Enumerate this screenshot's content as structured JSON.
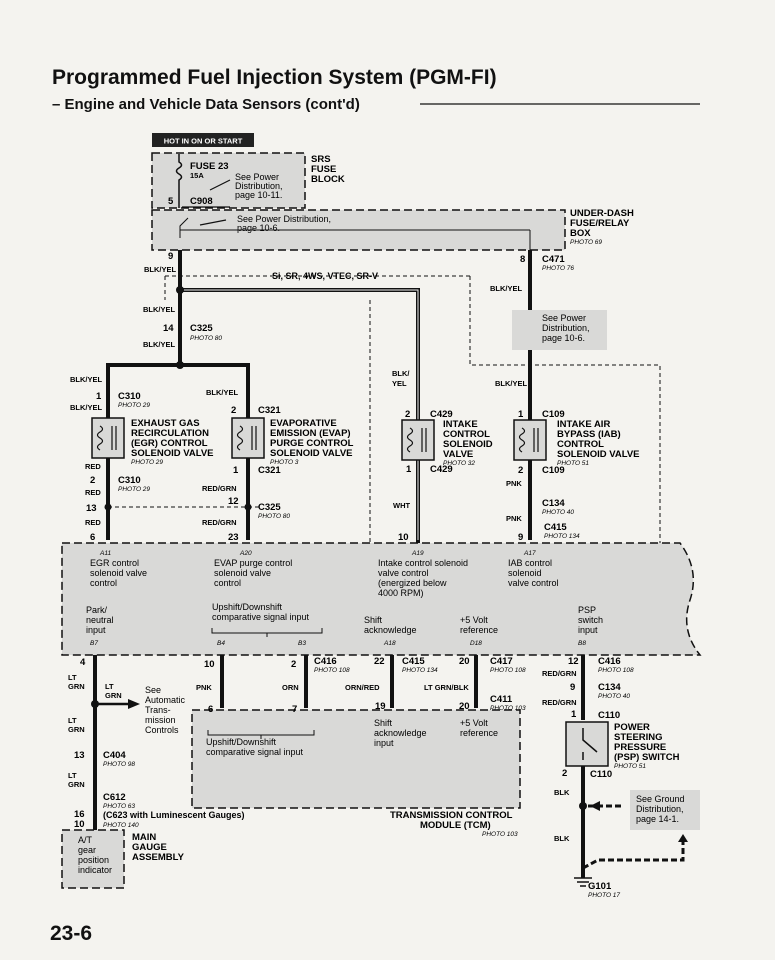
{
  "header": {
    "title": "Programmed Fuel Injection System (PGM-FI)",
    "subtitle": "– Engine and Vehicle Data Sensors (cont'd)"
  },
  "page_number": "23-6",
  "power": {
    "label": "HOT IN ON OR START",
    "fuse": "FUSE 23",
    "fuse_rating": "15A",
    "fuse_see1": "See Power",
    "fuse_see2": "Distribution,",
    "fuse_see3": "page 10-11.",
    "connector": "C908",
    "pin": "5"
  },
  "srs_block": [
    "SRS",
    "FUSE",
    "BLOCK"
  ],
  "underdash": {
    "lines": [
      "UNDER-DASH",
      "FUSE/RELAY",
      "BOX"
    ],
    "photo": "PHOTO 69",
    "see1": "See Power Distribution,",
    "see2": "page 10-6."
  },
  "options_note": "Si, SR, 4WS, VTEC, SR-V",
  "power_note": [
    "See Power",
    "Distribution,",
    "page 10-6."
  ],
  "ground_note": [
    "See Ground",
    "Distribution,",
    "page 14-1."
  ],
  "connectors": {
    "c471": "C471",
    "c471_photo": "PHOTO 76",
    "pin9": "9",
    "pin8": "8",
    "c325": "C325",
    "c325_photo": "PHOTO 80",
    "c325_pin": "14",
    "c310": "C310",
    "c310_photo": "PHOTO 29",
    "c321": "C321",
    "c321_photo": "PHOTO 3",
    "c429": "C429",
    "c429_photo": "PHOTO 32",
    "c109": "C109",
    "c109_photo": "PHOTO 51",
    "c134": "C134",
    "c134_photo": "PHOTO 40",
    "c415": "C415",
    "c415_photo": "PHOTO 134",
    "c416": "C416",
    "c416_photo": "PHOTO 108",
    "c417": "C417",
    "c417_photo": "PHOTO 108",
    "c411": "C411",
    "c411_photo": "PHOTO 103",
    "c404": "C404",
    "c404_photo": "PHOTO 98",
    "c612": "C612",
    "c612_photo": "PHOTO 63",
    "c623_note": "(C623 with Luminescent Gauges)",
    "c623_photo": "PHOTO 140",
    "c110": "C110",
    "c110_photo": "PHOTO 51",
    "g101": "G101",
    "g101_photo": "PHOTO 17"
  },
  "wires": {
    "blk_yel": "BLK/YEL",
    "blk_yel_split": [
      "BLK/",
      "YEL"
    ],
    "red": "RED",
    "red_grn": "RED/GRN",
    "wht": "WHT",
    "pnk": "PNK",
    "orn": "ORN",
    "orn_red": "ORN/RED",
    "lt_grn_blk": "LT GRN/BLK",
    "lt_grn": [
      "LT",
      "GRN"
    ],
    "blk": "BLK"
  },
  "components": {
    "egr": [
      "EXHAUST GAS",
      "RECIRCULATION",
      "(EGR) CONTROL",
      "SOLENOID VALVE"
    ],
    "egr_photo": "PHOTO 29",
    "evap": [
      "EVAPORATIVE",
      "EMISSION (EVAP)",
      "PURGE CONTROL",
      "SOLENOID VALVE"
    ],
    "intake": [
      "INTAKE",
      "CONTROL",
      "SOLENOID",
      "VALVE"
    ],
    "intake_photo": "PHOTO 32",
    "iab": [
      "INTAKE AIR",
      "BYPASS (IAB)",
      "CONTROL",
      "SOLENOID VALVE"
    ],
    "psp": [
      "POWER",
      "STEERING",
      "PRESSURE",
      "(PSP) SWITCH"
    ],
    "main_gauge": [
      "MAIN",
      "GAUGE",
      "ASSEMBLY"
    ],
    "at_indicator": [
      "A/T",
      "gear",
      "position",
      "indicator"
    ],
    "tcm": [
      "TRANSMISSION CONTROL",
      "MODULE (TCM)"
    ],
    "tcm_photo": "PHOTO 103"
  },
  "ecm": {
    "a11": "A11",
    "a11_text": [
      "EGR control",
      "solenoid valve",
      "control"
    ],
    "a20": "A20",
    "a20_text": [
      "EVAP purge control",
      "solenoid valve",
      "control"
    ],
    "a19": "A19",
    "a19_text": [
      "Intake control solenoid",
      "valve control",
      "(energized below",
      "4000 RPM)"
    ],
    "a17": "A17",
    "a17_text": [
      "IAB control",
      "solenoid",
      "valve control"
    ],
    "b7": "B7",
    "b7_text": [
      "Park/",
      "neutral",
      "input"
    ],
    "b4": "B4",
    "b3": "B3",
    "b4_text": [
      "Upshift/Downshift",
      "comparative signal input"
    ],
    "a18": "A18",
    "a18_text": [
      "Shift",
      "acknowledge"
    ],
    "d18": "D18",
    "d18_text": [
      "+5 Volt",
      "reference"
    ],
    "b8": "B8",
    "b8_text": [
      "PSP",
      "switch",
      "input"
    ]
  },
  "tcm_text": {
    "updown": [
      "Upshift/Downshift",
      "comparative signal input"
    ],
    "shift": [
      "Shift",
      "acknowledge",
      "input"
    ],
    "ref": [
      "+5 Volt",
      "reference"
    ]
  },
  "see_at": [
    "See",
    "Automatic",
    "Trans-",
    "mission",
    "Controls"
  ],
  "pins": {
    "p1": "1",
    "p2": "2",
    "p6": "6",
    "p9": "9",
    "p10": "10",
    "p12": "12",
    "p13": "13",
    "p16": "16",
    "p19": "19",
    "p20": "20",
    "p22": "22",
    "p23": "23",
    "p4": "4",
    "p7": "7"
  }
}
